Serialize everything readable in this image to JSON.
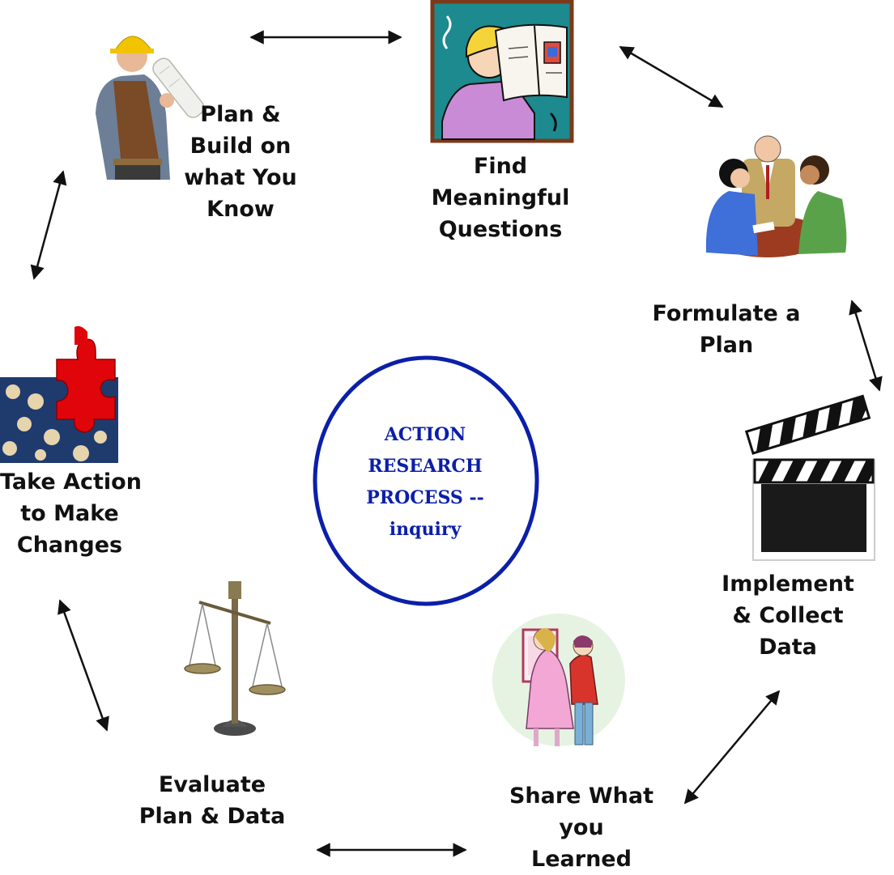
{
  "center": {
    "lines": [
      "ACTION",
      "RESEARCH",
      "PROCESS --",
      "inquiry"
    ]
  },
  "steps": [
    {
      "id": "plan-build",
      "lines": [
        "Plan &",
        "Build on",
        "what You",
        "Know"
      ],
      "icon": "construction-worker-icon"
    },
    {
      "id": "find-questions",
      "lines": [
        "Find",
        "Meaningful",
        "Questions"
      ],
      "icon": "reading-book-icon"
    },
    {
      "id": "formulate-plan",
      "lines": [
        "Formulate a",
        "Plan"
      ],
      "icon": "meeting-table-icon"
    },
    {
      "id": "implement-collect",
      "lines": [
        "Implement",
        "& Collect",
        "Data"
      ],
      "icon": "clapperboard-icon"
    },
    {
      "id": "share-learned",
      "lines": [
        "Share What",
        "you",
        "Learned"
      ],
      "icon": "people-presenting-icon"
    },
    {
      "id": "evaluate",
      "lines": [
        "Evaluate",
        "Plan & Data"
      ],
      "icon": "balance-scale-icon"
    },
    {
      "id": "take-action",
      "lines": [
        "Take Action",
        "to Make",
        "Changes"
      ],
      "icon": "puzzle-piece-icon"
    }
  ],
  "colors": {
    "circle": "#0b1fa8",
    "arrow": "#111111",
    "puzzle_red": "#e0050a",
    "puzzle_blue": "#1f3b6e"
  }
}
